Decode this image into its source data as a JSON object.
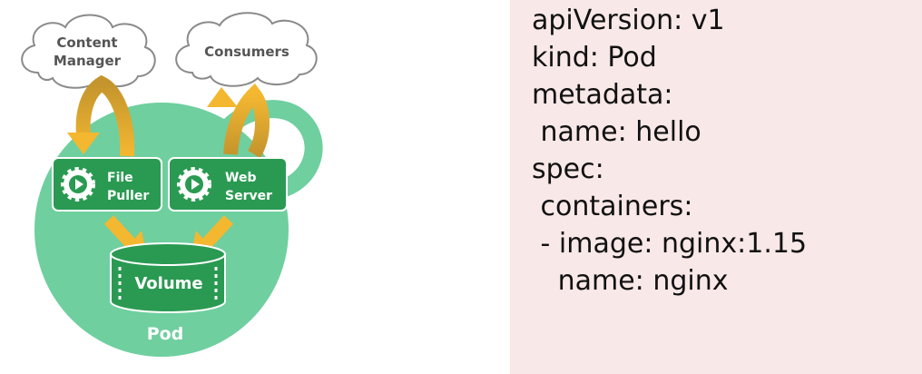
{
  "diagram": {
    "clouds": {
      "content_manager": [
        "Content",
        "Manager"
      ],
      "consumers": "Consumers"
    },
    "containers": {
      "file_puller": [
        "File",
        "Puller"
      ],
      "web_server": [
        "Web",
        "Server"
      ]
    },
    "volume_label": "Volume",
    "pod_label": "Pod",
    "colors": {
      "pod_green": "#6fcf9f",
      "container_green": "#2a9a52",
      "arrow_yellow": "#f4b730",
      "arrow_brown": "#c4952e"
    }
  },
  "yaml": {
    "lines": [
      "apiVersion: v1",
      "kind: Pod",
      "metadata:",
      " name: hello",
      "spec:",
      " containers:",
      " - image: nginx:1.15",
      "   name: nginx"
    ]
  }
}
